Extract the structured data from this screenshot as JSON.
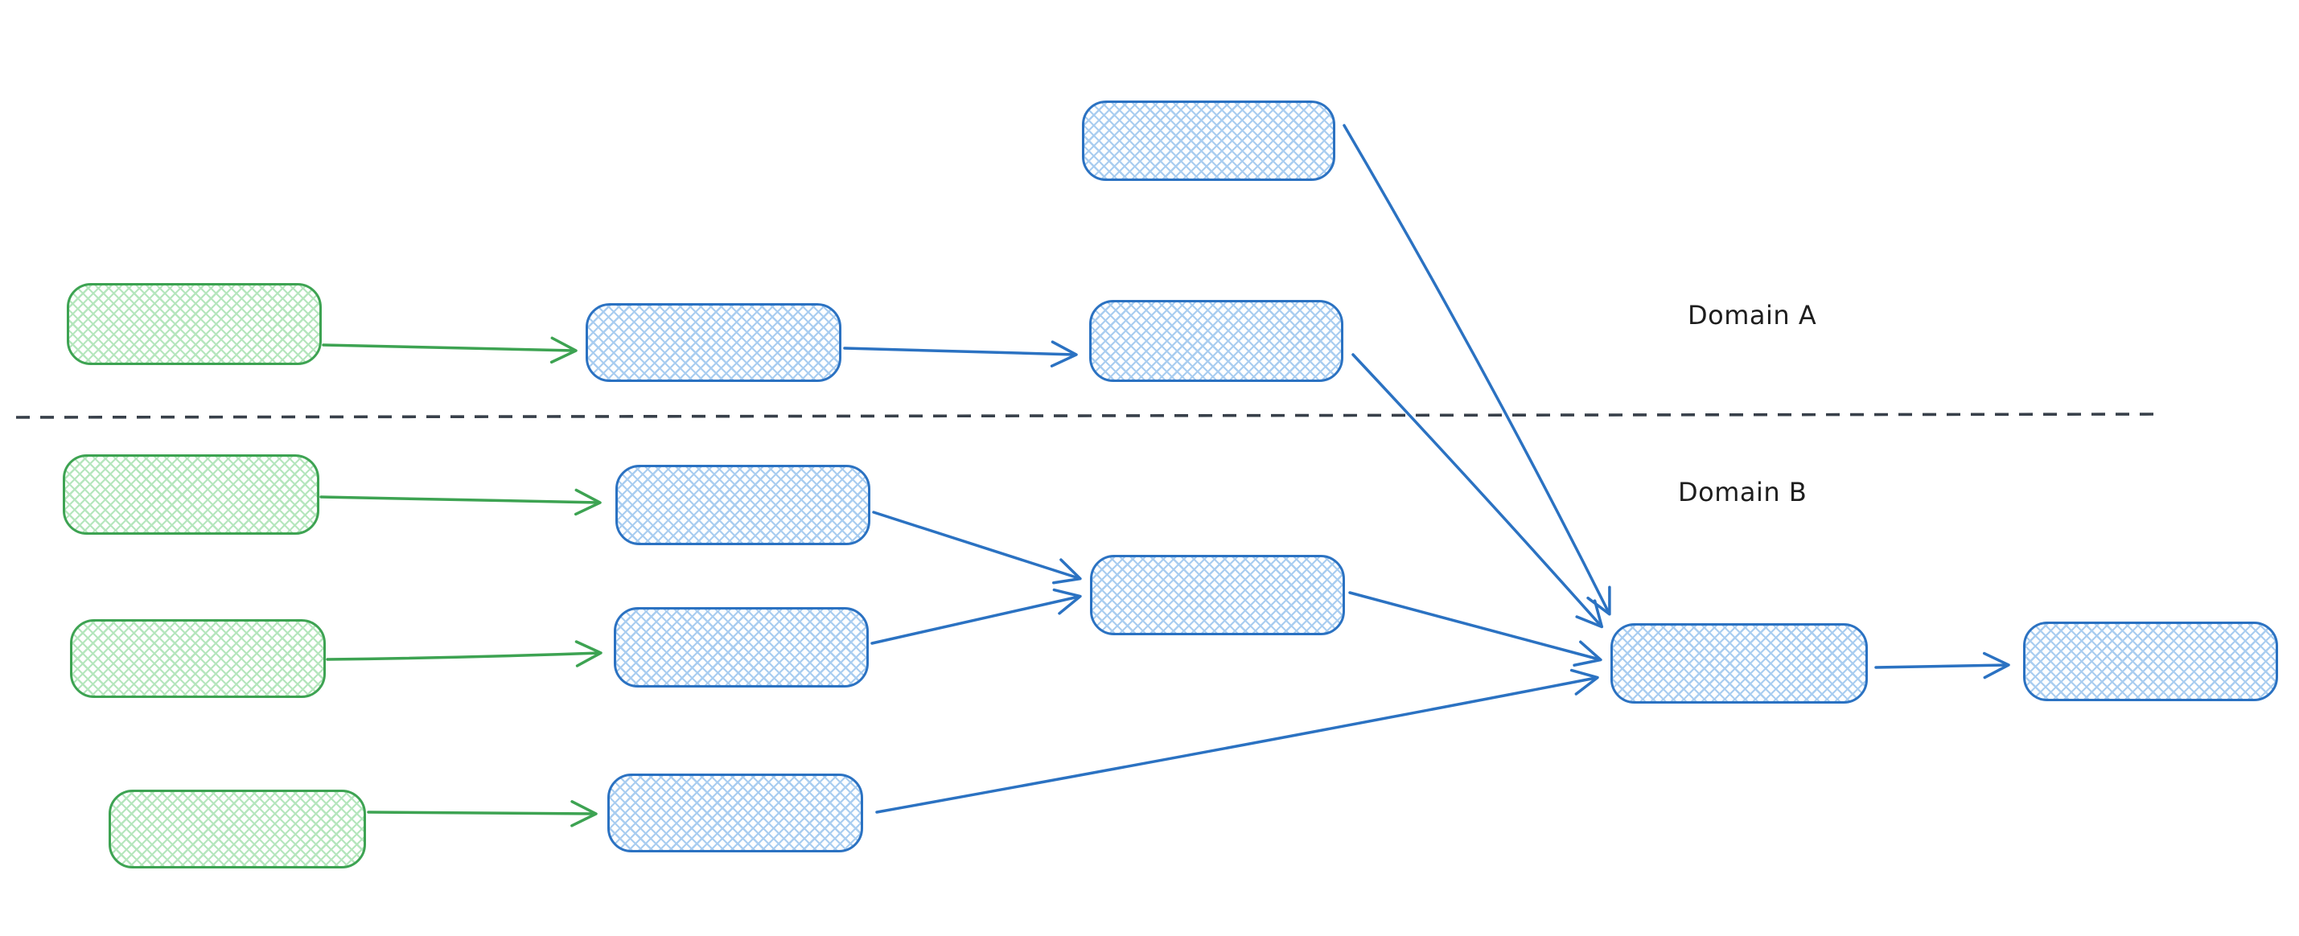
{
  "labels": {
    "domain_a": "Domain A",
    "domain_b": "Domain B"
  },
  "colors": {
    "blue_stroke": "#2b72c2",
    "blue_fill": "#a9cdf0",
    "green_stroke": "#3da352",
    "green_fill": "#b5e6bd",
    "divider": "#38404a",
    "text": "#1e1e1e",
    "background": "#ffffff"
  },
  "diagram": {
    "type": "flow",
    "regions": [
      "Domain A",
      "Domain B"
    ],
    "divider_style": "dashed-horizontal",
    "nodes": [
      {
        "id": "a-source-float",
        "color": "blue",
        "domain": "Domain A"
      },
      {
        "id": "a-input",
        "color": "green",
        "domain": "Domain A"
      },
      {
        "id": "a-stage-1",
        "color": "blue",
        "domain": "Domain A"
      },
      {
        "id": "a-stage-2",
        "color": "blue",
        "domain": "Domain A"
      },
      {
        "id": "b-input-1",
        "color": "green",
        "domain": "Domain B"
      },
      {
        "id": "b-stage-1",
        "color": "blue",
        "domain": "Domain B"
      },
      {
        "id": "b-input-2",
        "color": "green",
        "domain": "Domain B"
      },
      {
        "id": "b-stage-2",
        "color": "blue",
        "domain": "Domain B"
      },
      {
        "id": "b-merge",
        "color": "blue",
        "domain": "Domain B"
      },
      {
        "id": "b-input-3",
        "color": "green",
        "domain": "Domain B"
      },
      {
        "id": "b-stage-3",
        "color": "blue",
        "domain": "Domain B"
      },
      {
        "id": "central-merge",
        "color": "blue",
        "domain": "Domain B"
      },
      {
        "id": "output",
        "color": "blue",
        "domain": "Domain B"
      }
    ],
    "edges": [
      {
        "from": "a-input",
        "to": "a-stage-1",
        "color": "green"
      },
      {
        "from": "a-stage-1",
        "to": "a-stage-2",
        "color": "blue"
      },
      {
        "from": "a-source-float",
        "to": "central-merge",
        "color": "blue"
      },
      {
        "from": "a-stage-2",
        "to": "central-merge",
        "color": "blue"
      },
      {
        "from": "b-input-1",
        "to": "b-stage-1",
        "color": "green"
      },
      {
        "from": "b-input-2",
        "to": "b-stage-2",
        "color": "green"
      },
      {
        "from": "b-input-3",
        "to": "b-stage-3",
        "color": "green"
      },
      {
        "from": "b-stage-1",
        "to": "b-merge",
        "color": "blue"
      },
      {
        "from": "b-stage-2",
        "to": "b-merge",
        "color": "blue"
      },
      {
        "from": "b-merge",
        "to": "central-merge",
        "color": "blue"
      },
      {
        "from": "b-stage-3",
        "to": "central-merge",
        "color": "blue"
      },
      {
        "from": "central-merge",
        "to": "output",
        "color": "blue"
      }
    ]
  }
}
